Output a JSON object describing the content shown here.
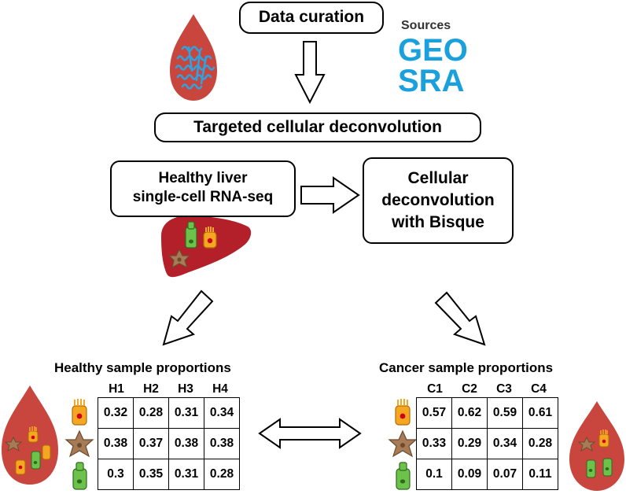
{
  "curation": {
    "title": "Data curation"
  },
  "sources": {
    "label": "Sources",
    "items": [
      "GEO",
      "SRA"
    ]
  },
  "deconvolution": {
    "title": "Targeted cellular deconvolution"
  },
  "panel": {
    "reference_line1": "Healthy liver",
    "reference_line2": "single-cell RNA-seq",
    "method_line1": "Cellular",
    "method_line2": "deconvolution",
    "method_line3": "with Bisque"
  },
  "healthy": {
    "title": "Healthy sample proportions",
    "columns": [
      "H1",
      "H2",
      "H3",
      "H4"
    ],
    "rows": [
      [
        "0.32",
        "0.28",
        "0.31",
        "0.34"
      ],
      [
        "0.38",
        "0.37",
        "0.38",
        "0.38"
      ],
      [
        "0.3",
        "0.35",
        "0.31",
        "0.28"
      ]
    ]
  },
  "cancer": {
    "title": "Cancer sample proportions",
    "columns": [
      "C1",
      "C2",
      "C3",
      "C4"
    ],
    "rows": [
      [
        "0.57",
        "0.62",
        "0.59",
        "0.61"
      ],
      [
        "0.33",
        "0.29",
        "0.34",
        "0.28"
      ],
      [
        "0.1",
        "0.09",
        "0.07",
        "0.11"
      ]
    ]
  },
  "colors": {
    "blood": "#c8463d",
    "liver": "#b3202a",
    "panel": "#e4f2e6",
    "source_text": "#1aa0dc",
    "hepatocyte": "#f5a623",
    "stellate": "#a67b56",
    "cholangiocyte": "#6cc24a"
  },
  "icons": [
    "blood-drop-icon",
    "liver-icon",
    "hepatocyte-cell-icon",
    "stellate-cell-icon",
    "cholangiocyte-cell-icon"
  ]
}
